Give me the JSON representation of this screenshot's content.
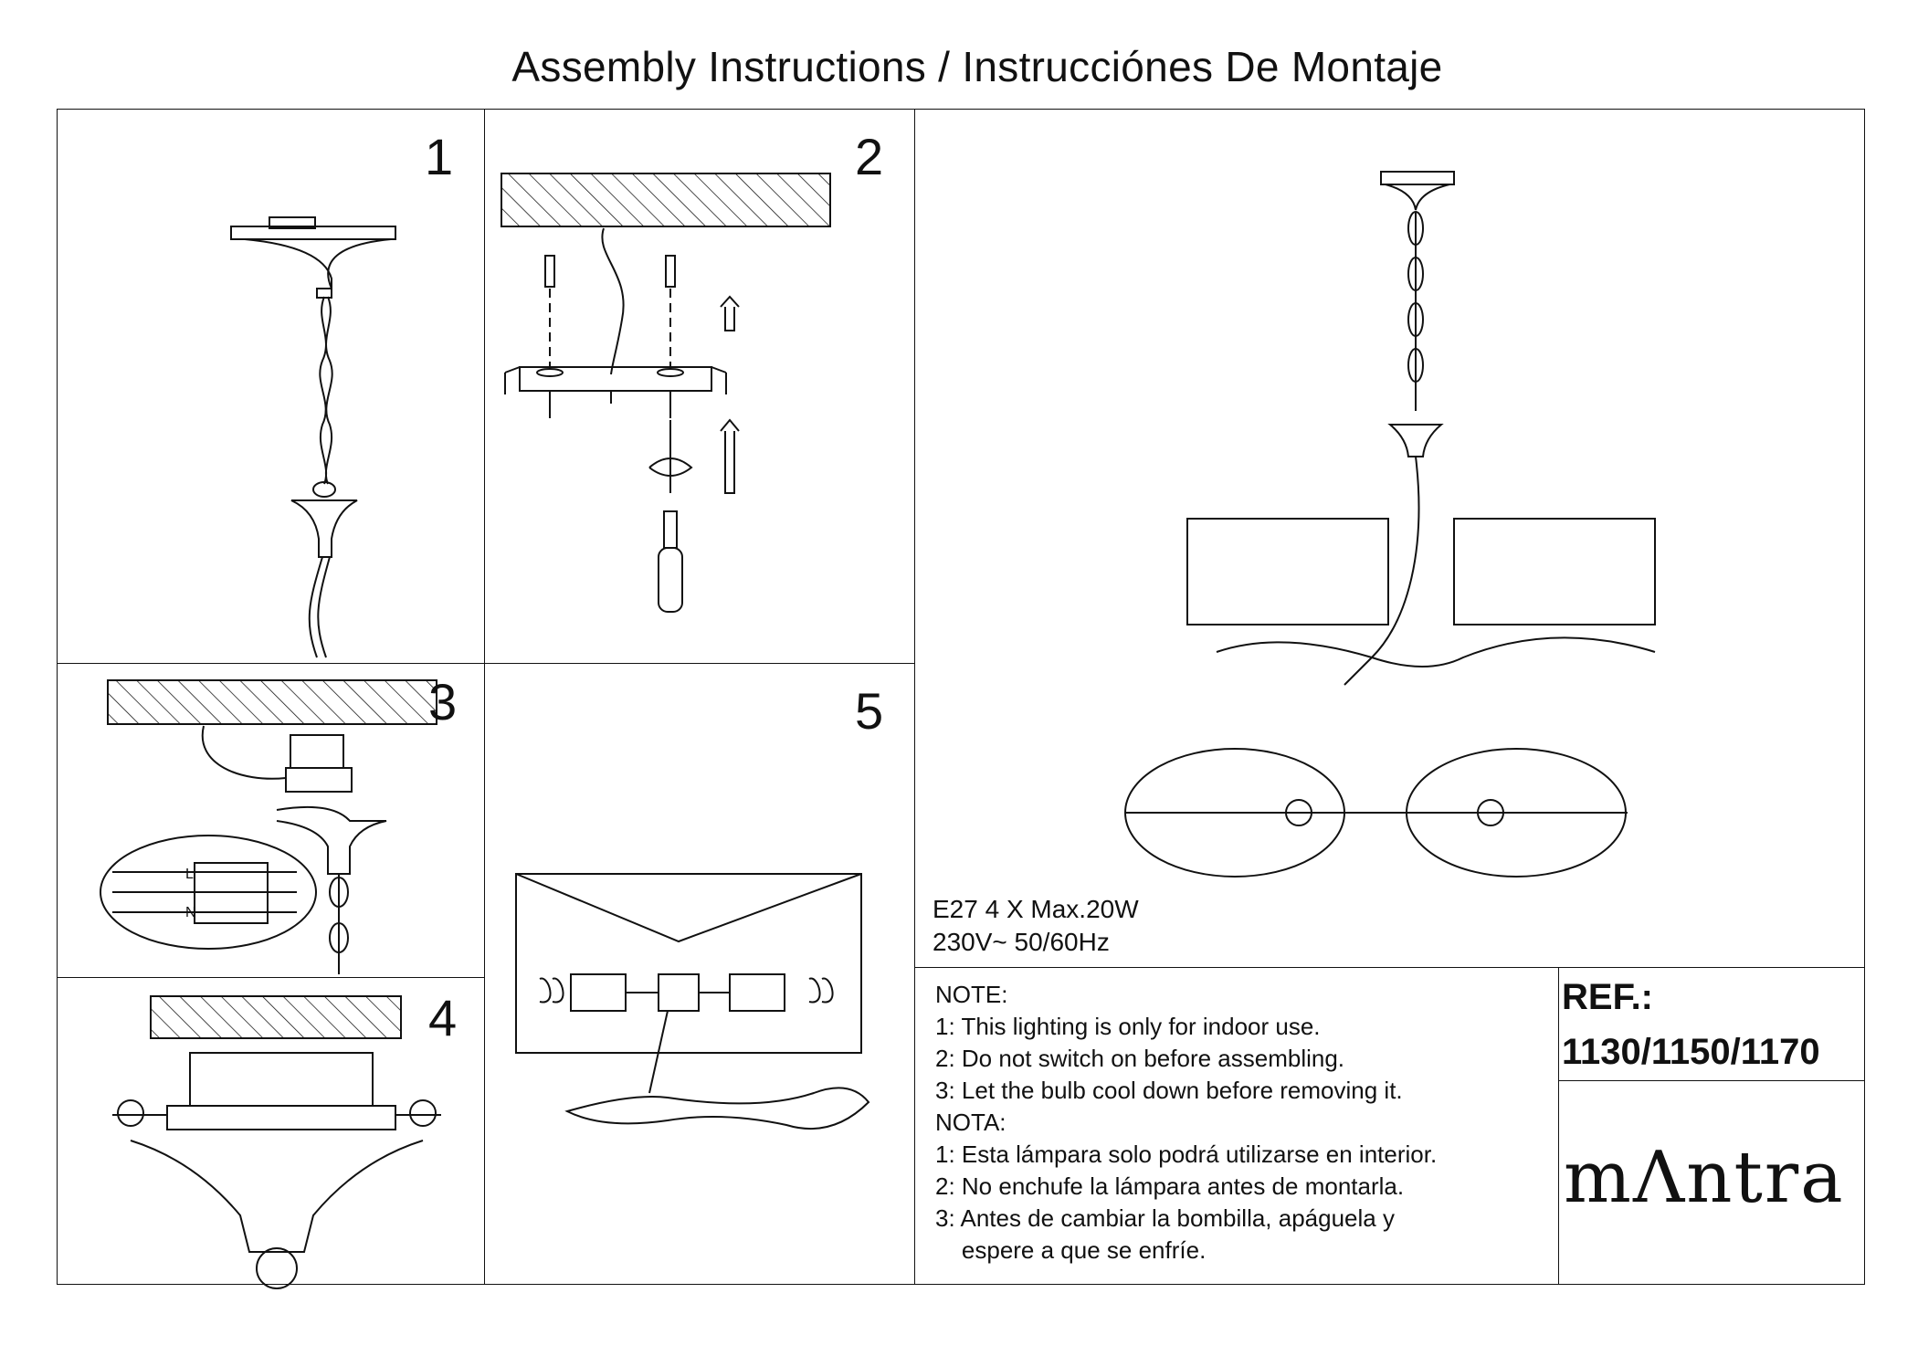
{
  "header": {
    "title": "Assembly Instructions / Instrucciónes De Montaje"
  },
  "steps": [
    "1",
    "2",
    "3",
    "4",
    "5"
  ],
  "specs": {
    "line1": "E27  4 X Max.20W",
    "line2": "230V~ 50/60Hz"
  },
  "notes": {
    "en_heading": "NOTE:",
    "en": [
      "1: This lighting is only for indoor use.",
      "2: Do not switch on before assembling.",
      "3: Let the bulb cool down before removing it."
    ],
    "es_heading": "NOTA:",
    "es": [
      "1: Esta lámpara solo podrá utilizarse en interior.",
      "2: No enchufe la lámpara antes de montarla.",
      "3: Antes de cambiar la bombilla, apáguela y",
      "    espere a que se enfríe."
    ]
  },
  "reference": {
    "label": "REF.:",
    "numbers": "1130/1150/1170"
  },
  "brand": {
    "logo_text": "mΛntra"
  },
  "wiring_labels": [
    "L",
    "N"
  ]
}
